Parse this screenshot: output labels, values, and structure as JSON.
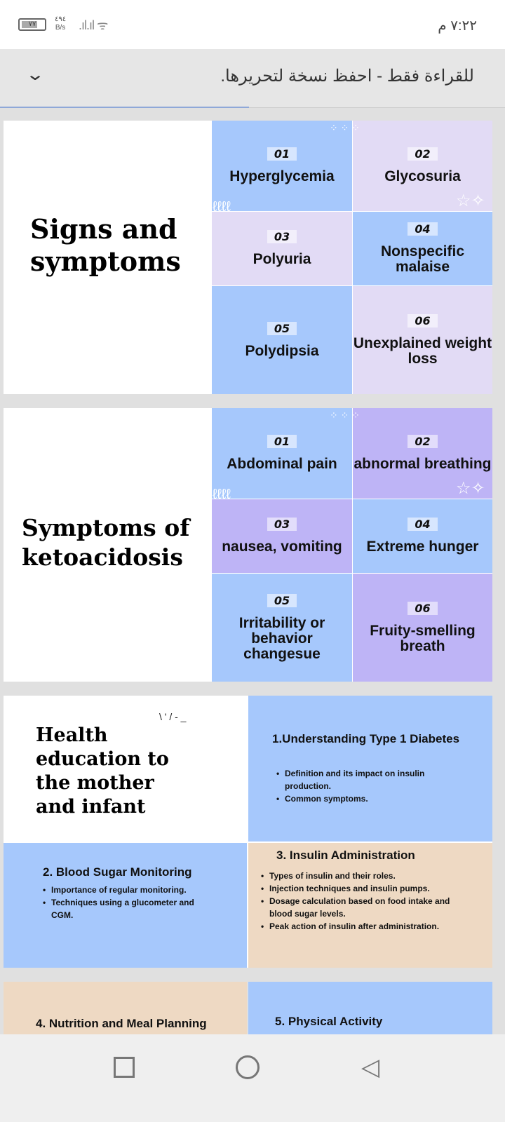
{
  "status": {
    "battery": "٧٧",
    "speed_value": "٤٩٤",
    "speed_unit": "B/s",
    "time": "٧:٢٢ م"
  },
  "banner": {
    "text": "للقراءة فقط - احفظ نسخة لتحريرها."
  },
  "slide1": {
    "title": "Signs and symptoms",
    "items": [
      {
        "num": "01",
        "label": "Hyperglycemia"
      },
      {
        "num": "02",
        "label": "Glycosuria"
      },
      {
        "num": "03",
        "label": "Polyuria"
      },
      {
        "num": "04",
        "label": "Nonspecific malaise"
      },
      {
        "num": "05",
        "label": "Polydipsia"
      },
      {
        "num": "06",
        "label": "Unexplained weight loss"
      }
    ]
  },
  "slide2": {
    "title": "Symptoms of ketoacidosis",
    "items": [
      {
        "num": "01",
        "label": "Abdominal pain"
      },
      {
        "num": "02",
        "label": "abnormal breathing"
      },
      {
        "num": "03",
        "label": "nausea, vomiting"
      },
      {
        "num": "04",
        "label": "Extreme hunger"
      },
      {
        "num": "05",
        "label": "Irritability or behavior changesue"
      },
      {
        "num": "06",
        "label": "Fruity-smelling breath"
      }
    ]
  },
  "slide3": {
    "title": "Health education to the mother and infant",
    "s1": {
      "heading": "1.Understanding Type 1 Diabetes",
      "bullets": [
        "Definition and its impact on insulin production.",
        "Common symptoms."
      ]
    },
    "s2": {
      "heading": "2. Blood Sugar Monitoring",
      "bullets": [
        "Importance of regular monitoring.",
        "Techniques using a glucometer and CGM."
      ]
    },
    "s3": {
      "heading": "3. Insulin Administration",
      "bullets": [
        "Types of insulin and their roles.",
        "Injection techniques and insulin pumps.",
        "Dosage calculation based on food intake and blood sugar levels.",
        "Peak action of insulin after administration."
      ]
    }
  },
  "slide4": {
    "s4": "4. Nutrition and Meal Planning",
    "s5": "5. Physical Activity"
  }
}
